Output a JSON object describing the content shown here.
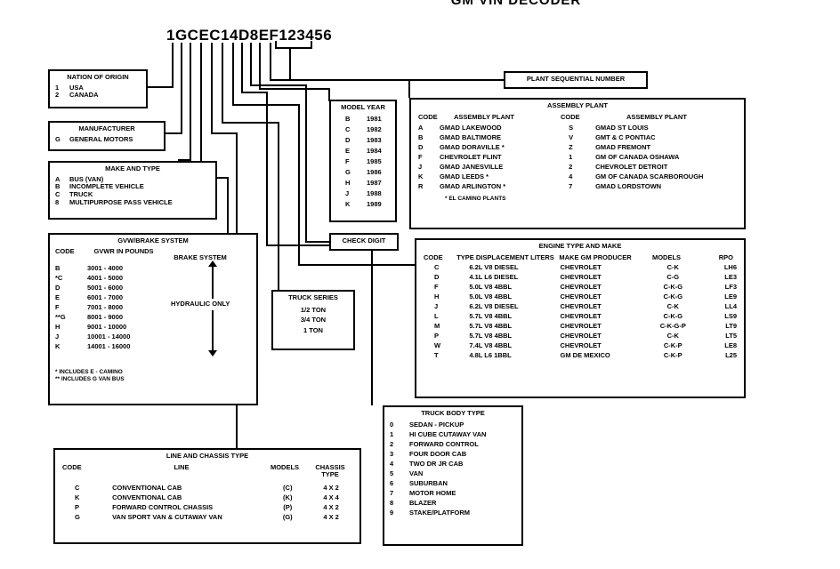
{
  "title": "GM VIN DECODER",
  "vin": "1GCEC14D8EF123456",
  "nation": {
    "title": "NATION OF ORIGIN",
    "items": [
      {
        "code": "1",
        "text": "USA"
      },
      {
        "code": "2",
        "text": "CANADA"
      }
    ]
  },
  "manufacturer": {
    "title": "MANUFACTURER",
    "items": [
      {
        "code": "G",
        "text": "GENERAL MOTORS"
      }
    ]
  },
  "make_type": {
    "title": "MAKE AND TYPE",
    "items": [
      {
        "code": "A",
        "text": "BUS (VAN)"
      },
      {
        "code": "B",
        "text": "INCOMPLETE VEHICLE"
      },
      {
        "code": "C",
        "text": "TRUCK"
      },
      {
        "code": "8",
        "text": "MULTIPURPOSE PASS VEHICLE"
      }
    ]
  },
  "gvw": {
    "title": "GVW/BRAKE SYSTEM",
    "col_code": "CODE",
    "col_gvw": "GVWR IN POUNDS",
    "col_brake": "BRAKE SYSTEM",
    "brake_value": "HYDRAULIC ONLY",
    "rows": [
      {
        "code": "B",
        "range": "3001 - 4000"
      },
      {
        "code": "*C",
        "range": "4001 - 5000"
      },
      {
        "code": "D",
        "range": "5001 - 6000"
      },
      {
        "code": "E",
        "range": "6001 - 7000"
      },
      {
        "code": "F",
        "range": "7001 - 8000"
      },
      {
        "code": "**G",
        "range": "8001 - 9000"
      },
      {
        "code": "H",
        "range": "9001 - 10000"
      },
      {
        "code": "J",
        "range": "10001 - 14000"
      },
      {
        "code": "K",
        "range": "14001 - 16000"
      }
    ],
    "note1": "* INCLUDES E - CAMINO",
    "note2": "** INCLUDES G VAN BUS"
  },
  "model_year": {
    "title": "MODEL YEAR",
    "rows": [
      {
        "code": "B",
        "year": "1981"
      },
      {
        "code": "C",
        "year": "1982"
      },
      {
        "code": "D",
        "year": "1983"
      },
      {
        "code": "E",
        "year": "1984"
      },
      {
        "code": "F",
        "year": "1985"
      },
      {
        "code": "G",
        "year": "1986"
      },
      {
        "code": "H",
        "year": "1987"
      },
      {
        "code": "J",
        "year": "1988"
      },
      {
        "code": "K",
        "year": "1989"
      }
    ]
  },
  "plant_seq": {
    "title": "PLANT SEQUENTIAL NUMBER"
  },
  "assembly": {
    "title": "ASSEMBLY PLANT",
    "col_code": "CODE",
    "col_plant": "ASSEMBLY PLANT",
    "left": [
      {
        "code": "A",
        "plant": "GMAD LAKEWOOD"
      },
      {
        "code": "B",
        "plant": "GMAD BALTIMORE"
      },
      {
        "code": "D",
        "plant": "GMAD DORAVILLE *"
      },
      {
        "code": "F",
        "plant": "CHEVROLET FLINT"
      },
      {
        "code": "J",
        "plant": "GMAD JANESVILLE"
      },
      {
        "code": "K",
        "plant": "GMAD LEEDS *"
      },
      {
        "code": "R",
        "plant": "GMAD ARLINGTON *"
      }
    ],
    "right": [
      {
        "code": "S",
        "plant": "GMAD ST LOUIS"
      },
      {
        "code": "V",
        "plant": "GMT & C PONTIAC"
      },
      {
        "code": "Z",
        "plant": "GMAD FREMONT"
      },
      {
        "code": "1",
        "plant": "GM OF CANADA OSHAWA"
      },
      {
        "code": "2",
        "plant": "CHEVROLET DETROIT"
      },
      {
        "code": "4",
        "plant": "GM OF CANADA SCARBOROUGH"
      },
      {
        "code": "7",
        "plant": "GMAD LORDSTOWN"
      }
    ],
    "note": "* EL CAMINO PLANTS"
  },
  "check_digit": {
    "title": "CHECK DIGIT"
  },
  "truck_series": {
    "title": "TRUCK SERIES",
    "items": [
      "1/2 TON",
      "3/4 TON",
      "1 TON"
    ]
  },
  "engine": {
    "title": "ENGINE TYPE AND MAKE",
    "col_code": "CODE",
    "col_type": "TYPE DISPLACEMENT LITERS",
    "col_make": "MAKE GM PRODUCER",
    "col_models": "MODELS",
    "col_rpo": "RPO",
    "rows": [
      {
        "code": "C",
        "disp": "6.2L V8 DIESEL",
        "make": "CHEVROLET",
        "models": "C-K",
        "rpo": "LH6"
      },
      {
        "code": "D",
        "disp": "4.1L L6 DIESEL",
        "make": "CHEVROLET",
        "models": "C-G",
        "rpo": "LE3"
      },
      {
        "code": "F",
        "disp": "5.0L V8 4BBL",
        "make": "CHEVROLET",
        "models": "C-K-G",
        "rpo": "LF3"
      },
      {
        "code": "H",
        "disp": "5.0L V8 4BBL",
        "make": "CHEVROLET",
        "models": "C-K-G",
        "rpo": "LE9"
      },
      {
        "code": "J",
        "disp": "6.2L V8 DIESEL",
        "make": "CHEVROLET",
        "models": "C-K",
        "rpo": "LL4"
      },
      {
        "code": "L",
        "disp": "5.7L V8 4BBL",
        "make": "CHEVROLET",
        "models": "C-K-G",
        "rpo": "LS9"
      },
      {
        "code": "M",
        "disp": "5.7L V8 4BBL",
        "make": "CHEVROLET",
        "models": "C-K-G-P",
        "rpo": "LT9"
      },
      {
        "code": "P",
        "disp": "5.7L V8 4BBL",
        "make": "CHEVROLET",
        "models": "C-K",
        "rpo": "LT5"
      },
      {
        "code": "W",
        "disp": "7.4L V8 4BBL",
        "make": "CHEVROLET",
        "models": "C-K-P",
        "rpo": "LE8"
      },
      {
        "code": "T",
        "disp": "4.8L L6 1BBL",
        "make": "GM DE MEXICO",
        "models": "C-K-P",
        "rpo": "L25"
      }
    ]
  },
  "body_type": {
    "title": "TRUCK BODY TYPE",
    "items": [
      {
        "code": "0",
        "text": "SEDAN - PICKUP"
      },
      {
        "code": "1",
        "text": "HI CUBE CUTAWAY VAN"
      },
      {
        "code": "2",
        "text": "FORWARD CONTROL"
      },
      {
        "code": "3",
        "text": "FOUR DOOR CAB"
      },
      {
        "code": "4",
        "text": "TWO DR JR CAB"
      },
      {
        "code": "5",
        "text": "VAN"
      },
      {
        "code": "6",
        "text": "SUBURBAN"
      },
      {
        "code": "7",
        "text": "MOTOR HOME"
      },
      {
        "code": "8",
        "text": "BLAZER"
      },
      {
        "code": "9",
        "text": "STAKE/PLATFORM"
      }
    ]
  },
  "line_chassis": {
    "title": "LINE AND CHASSIS TYPE",
    "col_code": "CODE",
    "col_line": "LINE",
    "col_models": "MODELS",
    "col_chassis": "CHASSIS TYPE",
    "rows": [
      {
        "code": "C",
        "line": "CONVENTIONAL CAB",
        "models": "(C)",
        "chassis": "4 x 2"
      },
      {
        "code": "K",
        "line": "CONVENTIONAL CAB",
        "models": "(K)",
        "chassis": "4 x 4"
      },
      {
        "code": "P",
        "line": "FORWARD CONTROL CHASSIS",
        "models": "(P)",
        "chassis": "4 x 2"
      },
      {
        "code": "G",
        "line": "VAN SPORT VAN & CUTAWAY VAN",
        "models": "(G)",
        "chassis": "4 x 2"
      }
    ]
  }
}
